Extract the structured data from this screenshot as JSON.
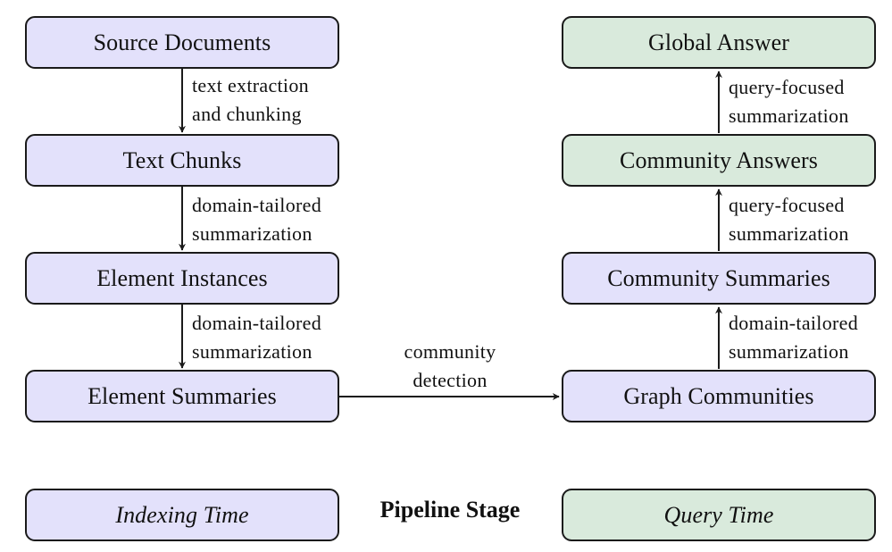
{
  "indexing": {
    "source_documents": "Source Documents",
    "text_chunks": "Text Chunks",
    "element_instances": "Element Instances",
    "element_summaries": "Element Summaries"
  },
  "query": {
    "global_answer": "Global Answer",
    "community_answers": "Community Answers",
    "community_summaries": "Community Summaries",
    "graph_communities": "Graph Communities"
  },
  "edges": {
    "text_extraction_1": "text extraction",
    "text_extraction_2": "and chunking",
    "tailored_a_1": "domain-tailored",
    "tailored_a_2": "summarization",
    "tailored_b_1": "domain-tailored",
    "tailored_b_2": "summarization",
    "community_detection_1": "community",
    "community_detection_2": "detection",
    "tailored_c_1": "domain-tailored",
    "tailored_c_2": "summarization",
    "focused_a_1": "query-focused",
    "focused_a_2": "summarization",
    "focused_b_1": "query-focused",
    "focused_b_2": "summarization"
  },
  "legend": {
    "title": "Pipeline Stage",
    "indexing_label": "Indexing Time",
    "query_label": "Query Time"
  },
  "colors": {
    "indexing_fill": "#e3e1fb",
    "query_fill": "#d9eadc",
    "stroke": "#1a1a1a"
  }
}
